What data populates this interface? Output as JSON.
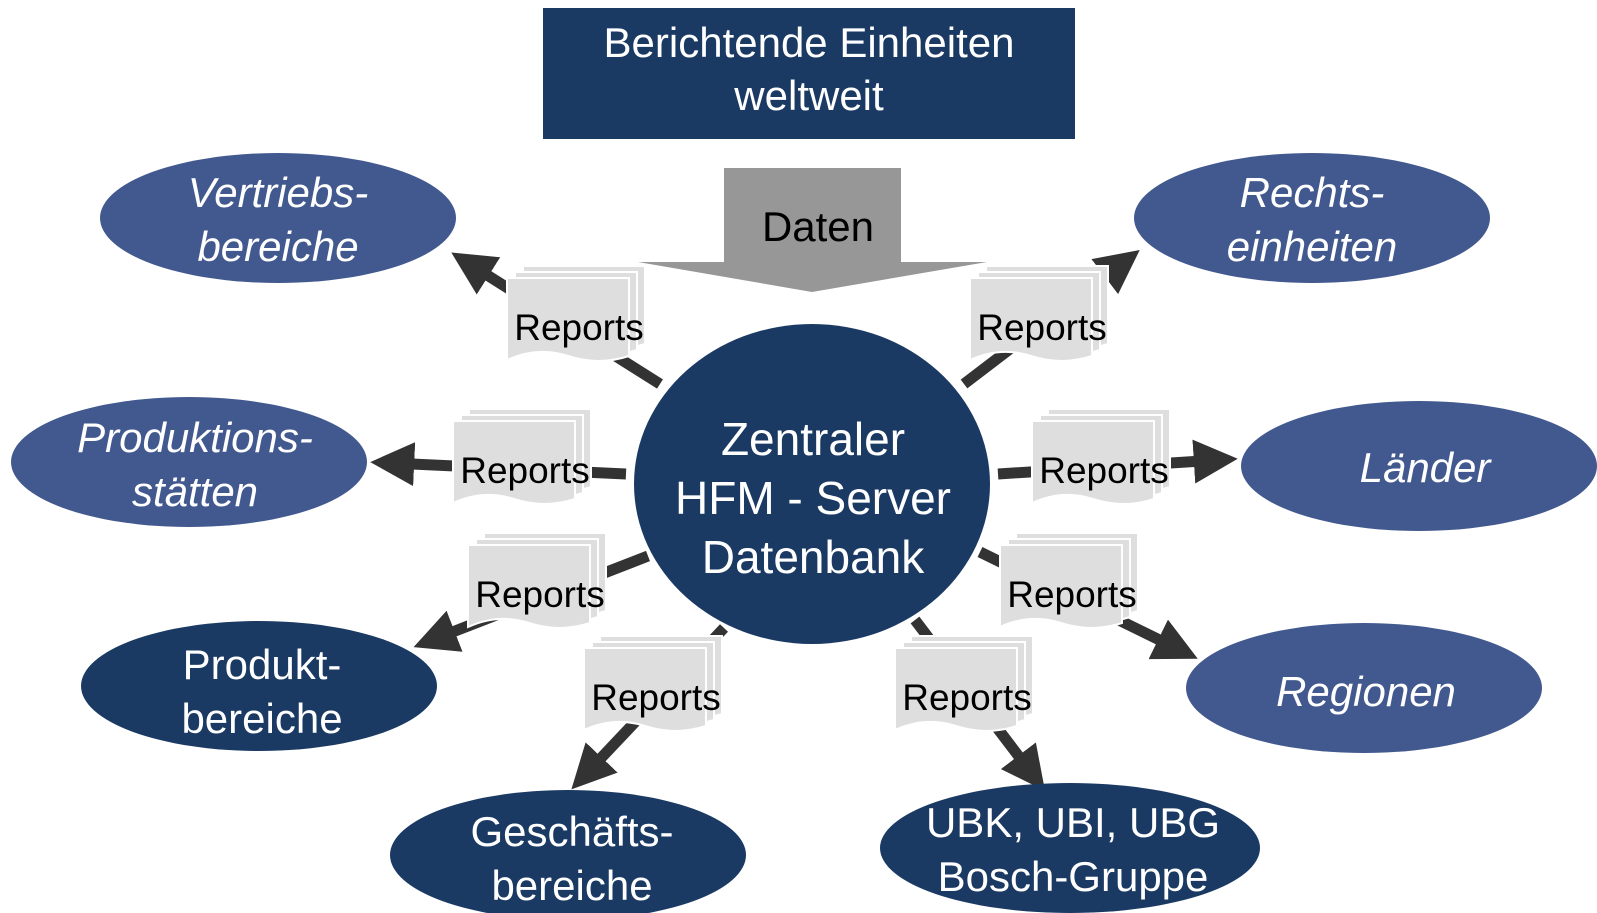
{
  "colors": {
    "dark_navy": "#1a3a64",
    "medium_blue": "#42598f",
    "gray_arrow": "#979797",
    "arrow_dark": "#333333",
    "report_page": "#dedede"
  },
  "header": {
    "title_line1": "Berichtende Einheiten",
    "title_line2": "weltweit"
  },
  "input_arrow": {
    "label": "Daten"
  },
  "center": {
    "line1": "Zentraler",
    "line2": "HFM - Server",
    "line3": "Datenbank"
  },
  "report_label": "Reports",
  "units": [
    {
      "id": "vertriebsbereiche",
      "line1": "Vertriebs-",
      "line2": "bereiche",
      "style": "medium",
      "italic": true
    },
    {
      "id": "rechtseinheiten",
      "line1": "Rechts-",
      "line2": "einheiten",
      "style": "medium",
      "italic": true
    },
    {
      "id": "produktionsstaetten",
      "line1": "Produktions-",
      "line2": "stätten",
      "style": "medium",
      "italic": true
    },
    {
      "id": "laender",
      "line1": "Länder",
      "line2": "",
      "style": "medium",
      "italic": true
    },
    {
      "id": "produktbereiche",
      "line1": "Produkt-",
      "line2": "bereiche",
      "style": "dark",
      "italic": false
    },
    {
      "id": "regionen",
      "line1": "Regionen",
      "line2": "",
      "style": "medium",
      "italic": true
    },
    {
      "id": "geschaeftsbereiche",
      "line1": "Geschäfts-",
      "line2": "bereiche",
      "style": "dark",
      "italic": false
    },
    {
      "id": "bosch-gruppe",
      "line1": "UBK, UBI, UBG",
      "line2": "Bosch-Gruppe",
      "style": "dark",
      "italic": false
    }
  ]
}
